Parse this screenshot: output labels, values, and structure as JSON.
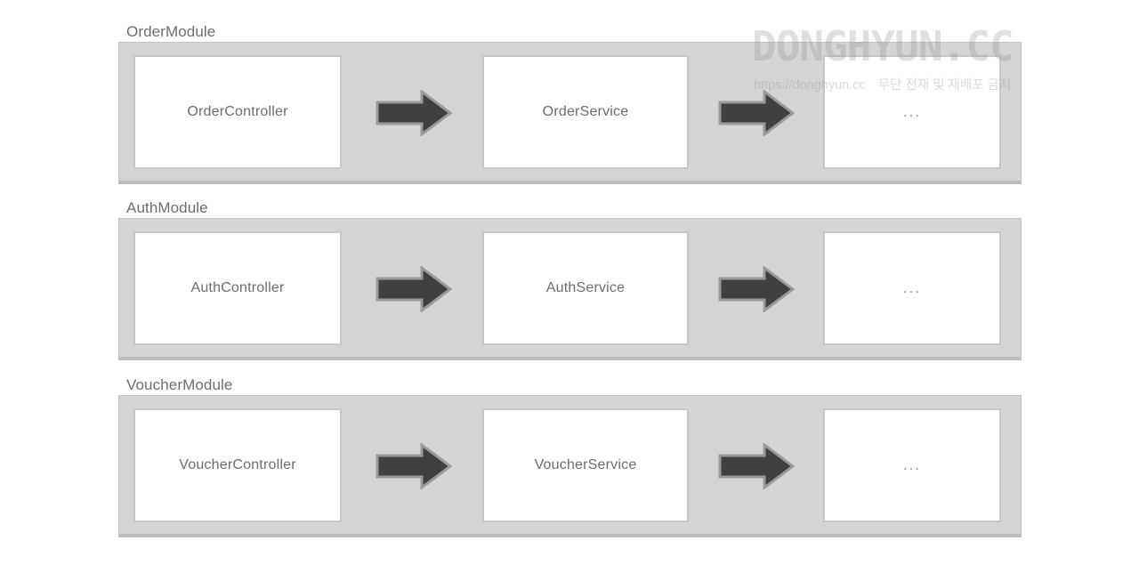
{
  "diagram": {
    "type": "module-architecture",
    "title": "NestJS module layering diagram",
    "colors": {
      "module_background": "#d5d5d5",
      "module_border": "#c3c3c3",
      "node_background": "#ffffff",
      "node_border": "#c7c7c7",
      "arrow_fill": "#404040",
      "arrow_border": "#9a9a9a",
      "label_text": "#6e6e6e",
      "node_text": "#6d6d6d",
      "page_background": "#ffffff"
    },
    "modules": [
      {
        "label": "OrderModule",
        "nodes": [
          {
            "label": "OrderController"
          },
          {
            "label": "OrderService"
          },
          {
            "label": "..."
          }
        ],
        "arrows": [
          {
            "from": "OrderController",
            "to": "OrderService",
            "direction": "right"
          },
          {
            "from": "OrderService",
            "to": "...",
            "direction": "right"
          }
        ]
      },
      {
        "label": "AuthModule",
        "nodes": [
          {
            "label": "AuthController"
          },
          {
            "label": "AuthService"
          },
          {
            "label": "..."
          }
        ],
        "arrows": [
          {
            "from": "AuthController",
            "to": "AuthService",
            "direction": "right"
          },
          {
            "from": "AuthService",
            "to": "...",
            "direction": "right"
          }
        ]
      },
      {
        "label": "VoucherModule",
        "nodes": [
          {
            "label": "VoucherController"
          },
          {
            "label": "VoucherService"
          },
          {
            "label": "..."
          }
        ],
        "arrows": [
          {
            "from": "VoucherController",
            "to": "VoucherService",
            "direction": "right"
          },
          {
            "from": "VoucherService",
            "to": "...",
            "direction": "right"
          }
        ]
      }
    ]
  },
  "watermark": {
    "logo": "DONGHYUN.CC",
    "url": "https://donghyun.cc",
    "notice": "무단 전재 및 재배포 금지"
  }
}
